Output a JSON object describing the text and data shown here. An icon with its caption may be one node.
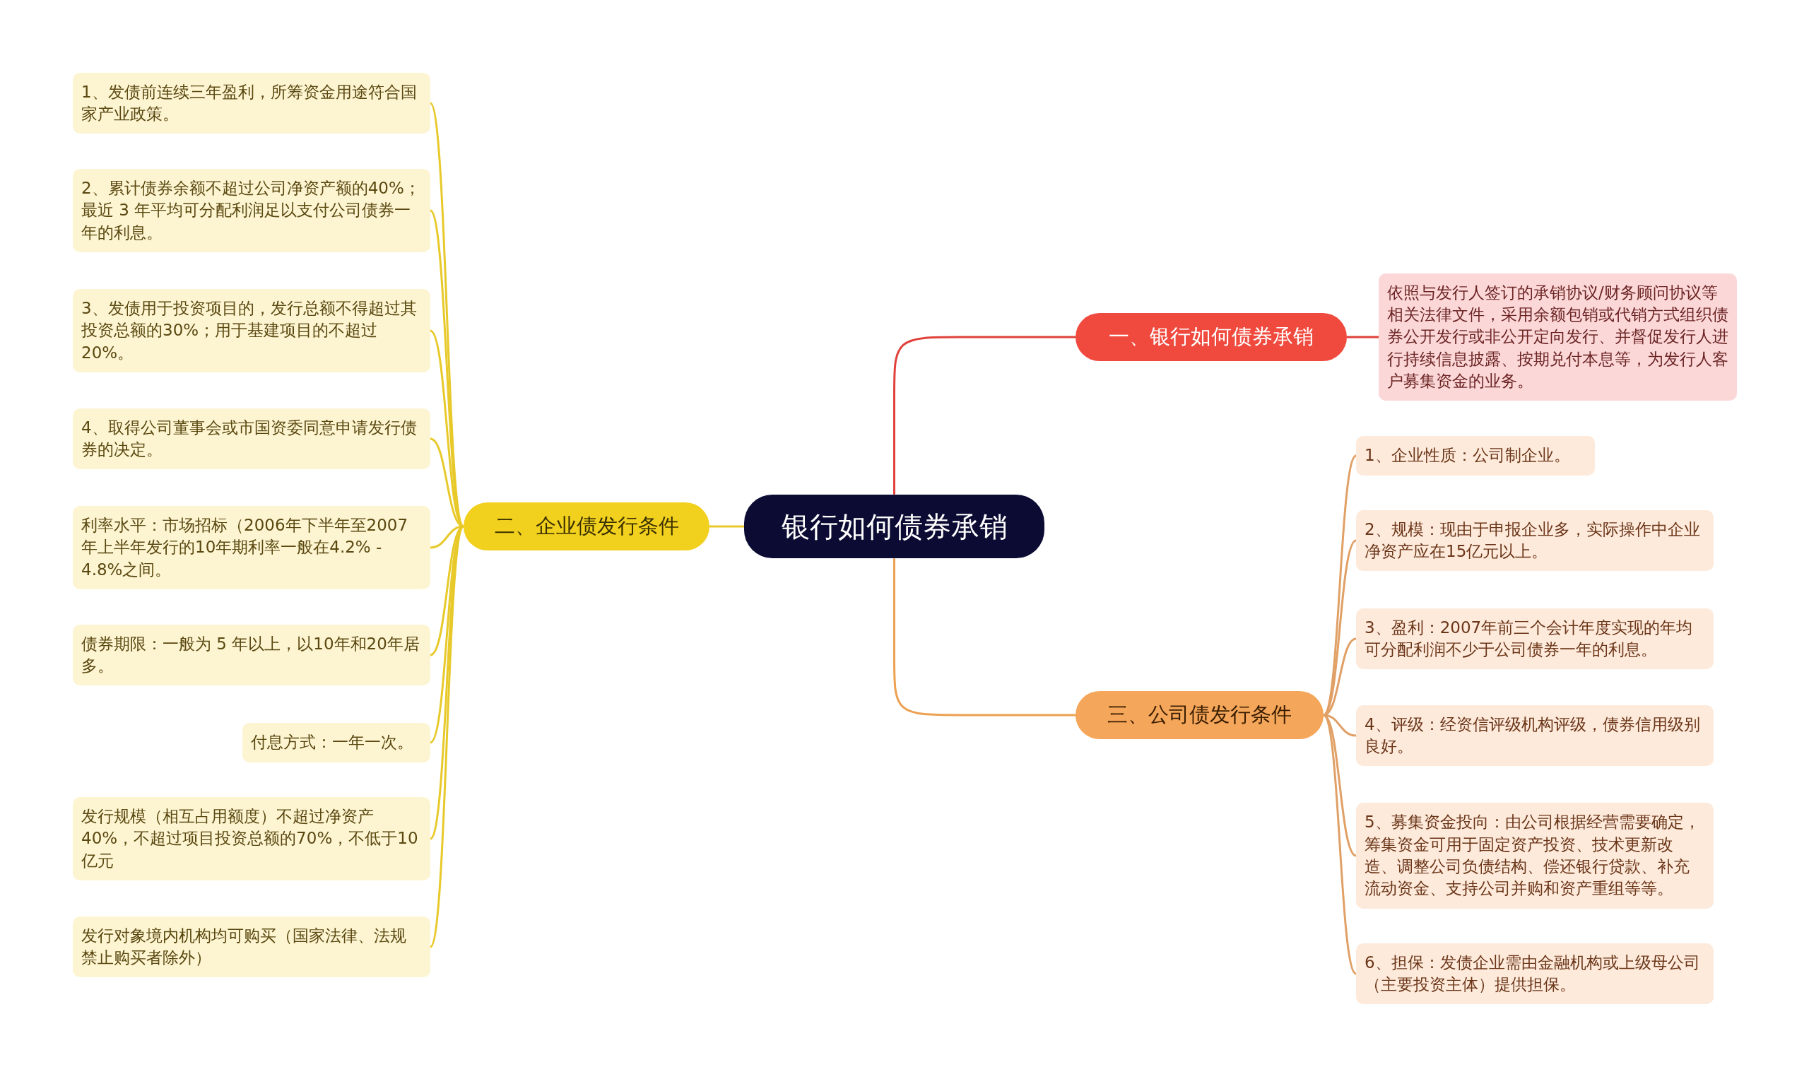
{
  "diagram": {
    "nodes": [
      {
        "text": [
          "银行如何债券承销"
        ]
      },
      {
        "text": [
          "一、银行如何债券承销"
        ]
      },
      {
        "text": [
          "依照与发行人签订的承销协议/财务顾问协议等相关法律文件，采用余额包销或代销方式组织债券公开发行或非公开定向发行、并督促发行人进行持续信息披露、按期兑付本息等，为发行人客户募集资金的业务。"
        ]
      },
      {
        "text": [
          "二、企业债发行条件"
        ]
      },
      {
        "text": [
          "1、发债前连续三年盈利，所筹资金用途符合国家产业政策。"
        ]
      },
      {
        "text": [
          "2、累计债券余额不超过公司净资产额的40%；最近 3 年平均可分配利润足以支付公司债券一年的利息。"
        ]
      },
      {
        "text": [
          "3、发债用于投资项目的，发行总额不得超过其投资总额的30%；用于基建项目的不超过20%。"
        ]
      },
      {
        "text": [
          "4、取得公司董事会或市国资委同意申请发行债券的决定。"
        ]
      },
      {
        "text": [
          "利率水平：市场招标（2006年下半年至2007年上半年发行的10年期利率一般在4.2% - 4.8%之间。"
        ]
      },
      {
        "text": [
          "债券期限：一般为 5 年以上，以10年和20年居多。"
        ]
      },
      {
        "text": [
          "付息方式：一年一次。"
        ]
      },
      {
        "text": [
          "发行规模（相互占用额度）不超过净资产40%，不超过项目投资总额的70%，不低于10亿元"
        ]
      },
      {
        "text": [
          "发行对象境内机构均可购买（国家法律、法规禁止购买者除外）"
        ]
      },
      {
        "text": [
          "三、公司债发行条件"
        ]
      },
      {
        "text": [
          "1、企业性质：公司制企业。"
        ]
      },
      {
        "text": [
          "2、规模：现由于申报企业多，实际操作中企业净资产应在15亿元以上。"
        ]
      },
      {
        "text": [
          "3、盈利：2007年前三个会计年度实现的年均可分配利润不少于公司债券一年的利息。"
        ]
      },
      {
        "text": [
          "4、评级：经资信评级机构评级，债券信用级别良好。"
        ]
      },
      {
        "text": [
          "5、募集资金投向：由公司根据经营需要确定，筹集资金可用于固定资产投资、技术更新改造、调整公司负债结构、偿还银行贷款、补充流动资金、支持公司并购和资产重组等等。"
        ]
      },
      {
        "text": [
          "6、担保：发债企业需由金融机构或上级母公司（主要投资主体）提供担保。"
        ]
      }
    ],
    "edges": [
      {
        "from": 0,
        "to": 1,
        "arrow": "none",
        "color": "#e0413a"
      },
      {
        "from": 1,
        "to": 2,
        "arrow": "none",
        "color": "#e0413a"
      },
      {
        "from": 0,
        "to": 3,
        "arrow": "none"
      },
      {
        "from": 3,
        "to": 4,
        "arrow": "none"
      },
      {
        "from": 3,
        "to": 5,
        "arrow": "none"
      },
      {
        "from": 3,
        "to": 6,
        "arrow": "none"
      },
      {
        "from": 3,
        "to": 7,
        "arrow": "none"
      },
      {
        "from": 3,
        "to": 8,
        "arrow": "none"
      },
      {
        "from": 3,
        "to": 9,
        "arrow": "none"
      },
      {
        "from": 3,
        "to": 10,
        "arrow": "none"
      },
      {
        "from": 3,
        "to": 11,
        "arrow": "none"
      },
      {
        "from": 3,
        "to": 12,
        "arrow": "none"
      },
      {
        "from": 0,
        "to": 13,
        "arrow": "none",
        "color": "#eda050"
      },
      {
        "from": 13,
        "to": 14,
        "arrow": "none",
        "color": "#e0a066"
      },
      {
        "from": 13,
        "to": 15,
        "arrow": "none",
        "color": "#e0a066"
      },
      {
        "from": 13,
        "to": 16,
        "arrow": "none",
        "color": "#e0a066"
      },
      {
        "from": 13,
        "to": 17,
        "arrow": "none",
        "color": "#e0a066"
      },
      {
        "from": 13,
        "to": 18,
        "arrow": "none",
        "color": "#e0a066"
      },
      {
        "from": 13,
        "to": 19,
        "arrow": "none",
        "color": "#e0a066"
      }
    ]
  }
}
